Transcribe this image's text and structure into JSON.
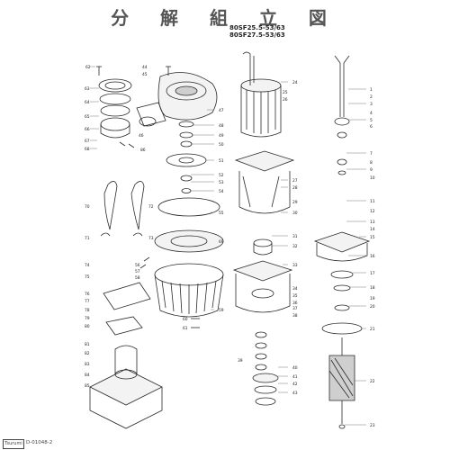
{
  "header": {
    "title": "分 解 組 立 図",
    "models": [
      "80SF25.5-53/63",
      "80SF27.5-53/63"
    ]
  },
  "footer": {
    "logo_text": "Tsurumi",
    "drawing_code": "D-01048-2"
  },
  "part_numbers": {
    "left": [
      "62",
      "44",
      "45",
      "63",
      "64",
      "65",
      "66",
      "67",
      "68",
      "46",
      "70",
      "72",
      "71",
      "73",
      "74",
      "75",
      "76",
      "77",
      "78",
      "79",
      "80",
      "81",
      "82",
      "83",
      "84",
      "85",
      "86",
      "56",
      "57",
      "58"
    ],
    "center_left": [
      "47",
      "48",
      "49",
      "50",
      "51",
      "52",
      "53",
      "54",
      "55",
      "59",
      "60",
      "61",
      "69"
    ],
    "center_right": [
      "24",
      "25",
      "26",
      "27",
      "28",
      "29",
      "30",
      "31",
      "32",
      "33",
      "34",
      "35",
      "36",
      "37",
      "38",
      "39",
      "40",
      "41",
      "42",
      "43"
    ],
    "right": [
      "1",
      "2",
      "3",
      "4",
      "5",
      "6",
      "7",
      "8",
      "9",
      "10",
      "11",
      "12",
      "13",
      "14",
      "15",
      "16",
      "17",
      "18",
      "19",
      "20",
      "21",
      "22",
      "23"
    ]
  },
  "colors": {
    "line": "#2a2a2a",
    "fill": "#ffffff",
    "shade": "#cfcfcf"
  }
}
